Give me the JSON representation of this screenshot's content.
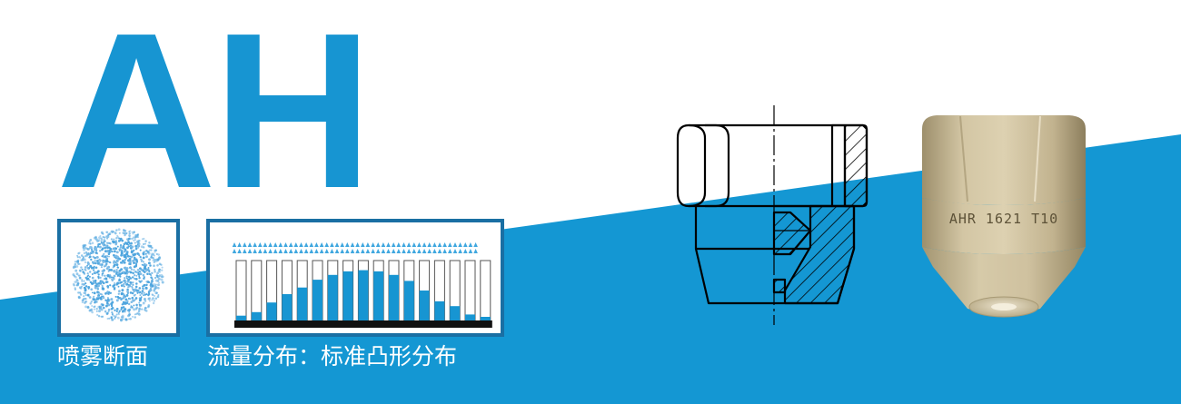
{
  "title": "AH",
  "panels": {
    "spray_section_caption": "喷雾断面",
    "flow_distribution_caption": "流量分布：标准凸形分布"
  },
  "flow_distribution": {
    "type": "bar",
    "values": [
      0.08,
      0.14,
      0.3,
      0.44,
      0.55,
      0.68,
      0.76,
      0.82,
      0.84,
      0.82,
      0.76,
      0.66,
      0.5,
      0.32,
      0.24,
      0.1,
      0.06
    ]
  },
  "product": {
    "marking": "AHR  1621  T10"
  },
  "colors": {
    "brand_blue": "#1795d2",
    "band_blue": "#1497d3",
    "panel_border": "#1a6fa3",
    "brass": "#cbbd9a"
  }
}
